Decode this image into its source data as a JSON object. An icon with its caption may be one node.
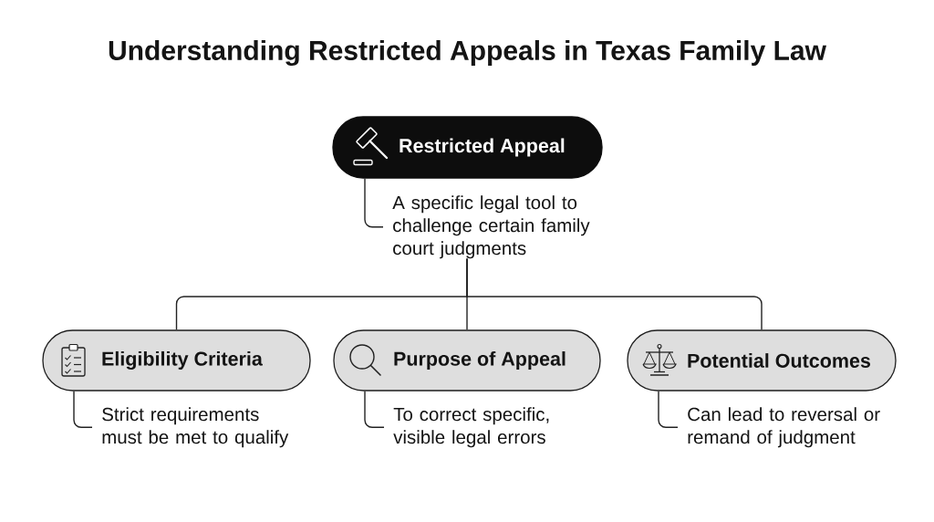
{
  "diagram": {
    "title": "Understanding Restricted Appeals in Texas Family Law",
    "nodes": [
      {
        "text": [
          "Restricted Appeal"
        ]
      },
      {
        "text": [
          "A specific legal tool to challenge certain family court judgments"
        ]
      },
      {
        "text": [
          "Eligibility Criteria"
        ]
      },
      {
        "text": [
          "Strict requirements must be met to qualify"
        ]
      },
      {
        "text": [
          "Purpose of Appeal"
        ]
      },
      {
        "text": [
          "To correct specific, visible legal errors"
        ]
      },
      {
        "text": [
          "Potential Outcomes"
        ]
      },
      {
        "text": [
          "Can lead to reversal or remand of judgment"
        ]
      }
    ],
    "edges": [
      {
        "from": 0,
        "to": 1,
        "arrow": "none"
      },
      {
        "from": 1,
        "to": 2,
        "arrow": "none"
      },
      {
        "from": 1,
        "to": 4,
        "arrow": "none"
      },
      {
        "from": 1,
        "to": 6,
        "arrow": "none"
      },
      {
        "from": 2,
        "to": 3,
        "arrow": "none"
      },
      {
        "from": 4,
        "to": 5,
        "arrow": "none"
      },
      {
        "from": 6,
        "to": 7,
        "arrow": "none"
      }
    ]
  }
}
